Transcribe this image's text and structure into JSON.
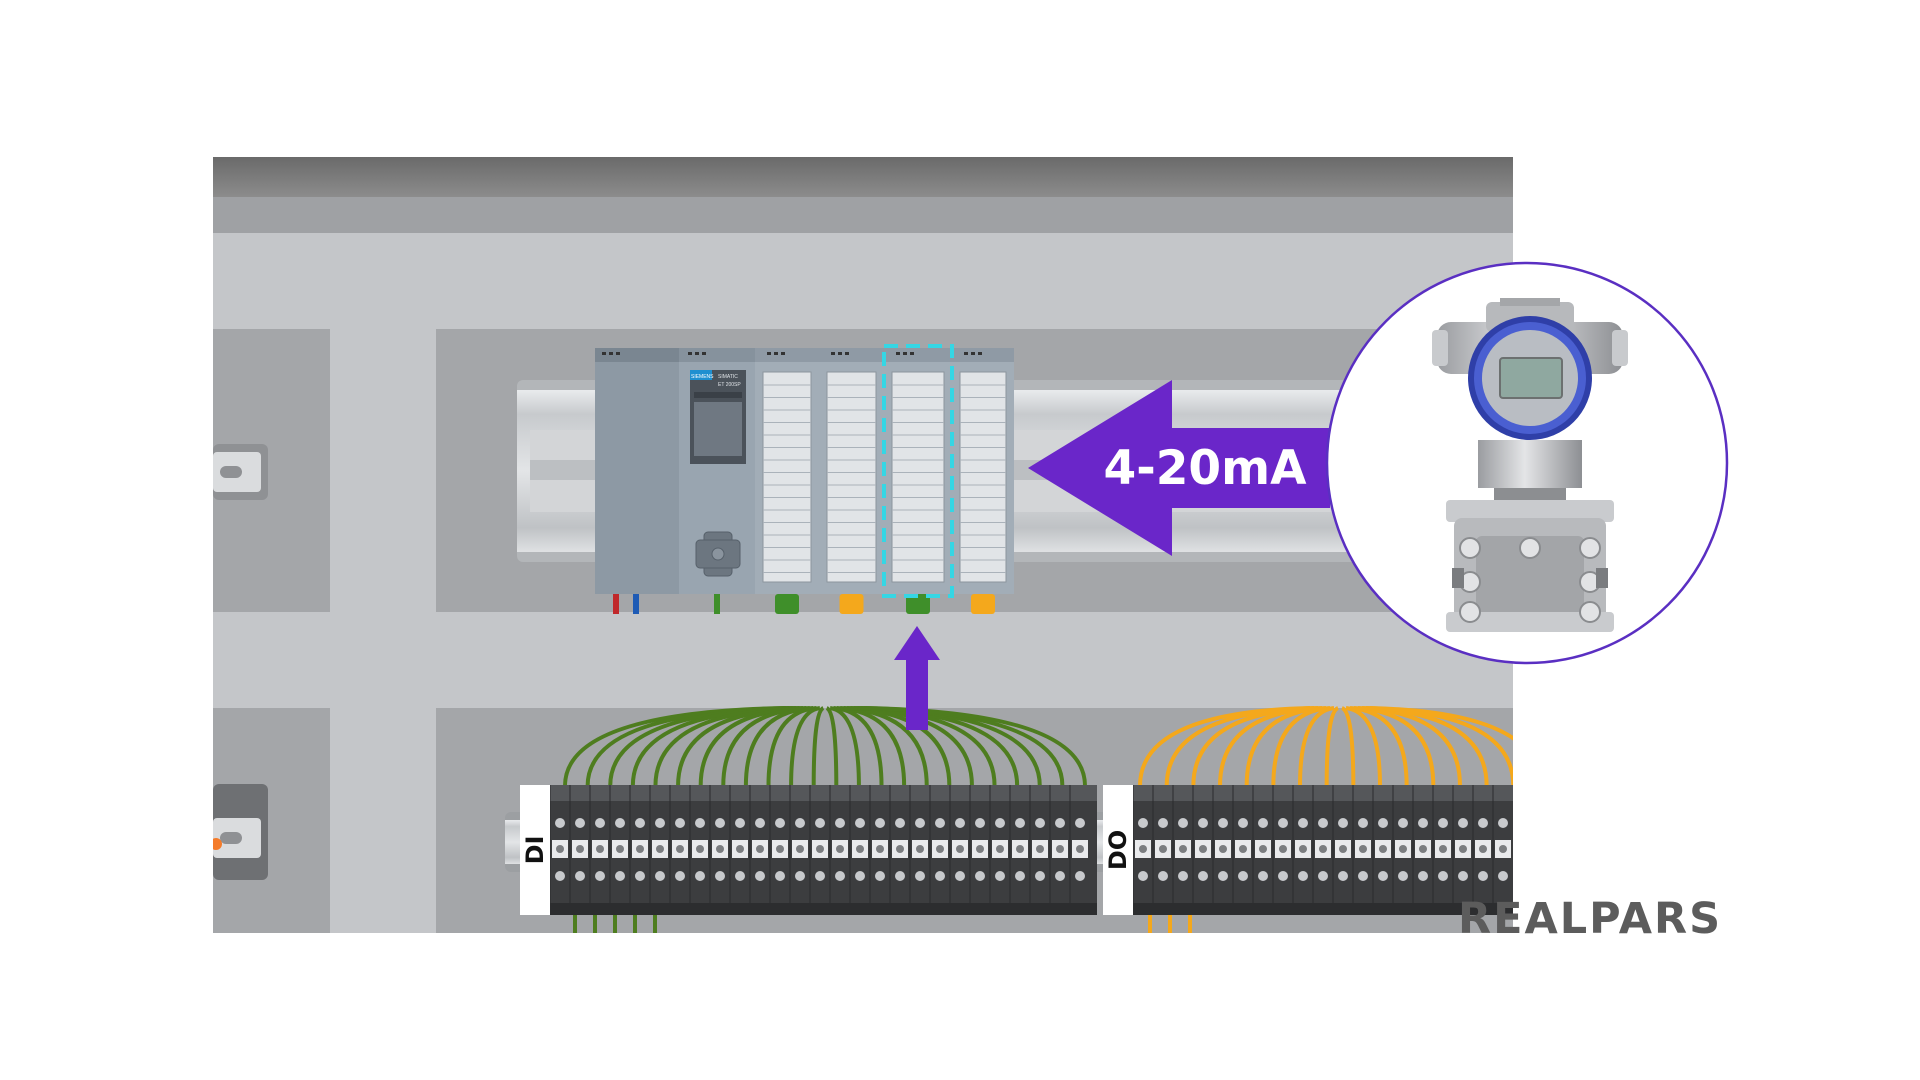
{
  "signal": {
    "label": "4-20mA"
  },
  "terminal_blocks": [
    {
      "label": "DI"
    },
    {
      "label": "DO"
    }
  ],
  "controller": {
    "brand": "SIEMENS",
    "model_line1": "SIMATIC",
    "model_line2": "ET 200SP"
  },
  "logo": {
    "text": "REALPARS"
  },
  "colors": {
    "accent_purple": "#6a26c9",
    "highlight_cyan": "#35d6e4",
    "di_wire_green": "#4e7d1f",
    "do_wire_orange": "#f4a81c",
    "transmitter_blue": "#3a4fc0"
  }
}
